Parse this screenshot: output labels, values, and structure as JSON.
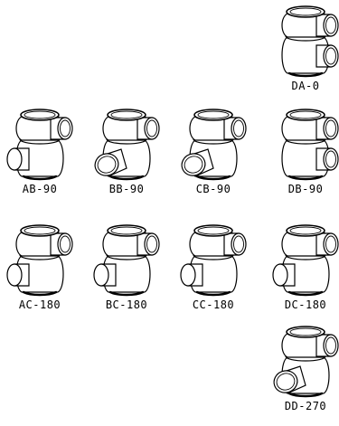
{
  "fittings": [
    {
      "id": "da-0",
      "label": "DA-0",
      "upper": "right",
      "lower": "right"
    },
    {
      "id": "ab-90",
      "label": "AB-90",
      "upper": "right",
      "lower": "left"
    },
    {
      "id": "bb-90",
      "label": "BB-90",
      "upper": "right",
      "lower": "front-left"
    },
    {
      "id": "cb-90",
      "label": "CB-90",
      "upper": "right",
      "lower": "front-left"
    },
    {
      "id": "db-90",
      "label": "DB-90",
      "upper": "right",
      "lower": "right"
    },
    {
      "id": "ac-180",
      "label": "AC-180",
      "upper": "right",
      "lower": "left"
    },
    {
      "id": "bc-180",
      "label": "BC-180",
      "upper": "right",
      "lower": "left"
    },
    {
      "id": "cc-180",
      "label": "CC-180",
      "upper": "right",
      "lower": "left"
    },
    {
      "id": "dc-180",
      "label": "DC-180",
      "upper": "right",
      "lower": "left"
    },
    {
      "id": "dd-270",
      "label": "DD-270",
      "upper": "right",
      "lower": "front-left"
    }
  ]
}
